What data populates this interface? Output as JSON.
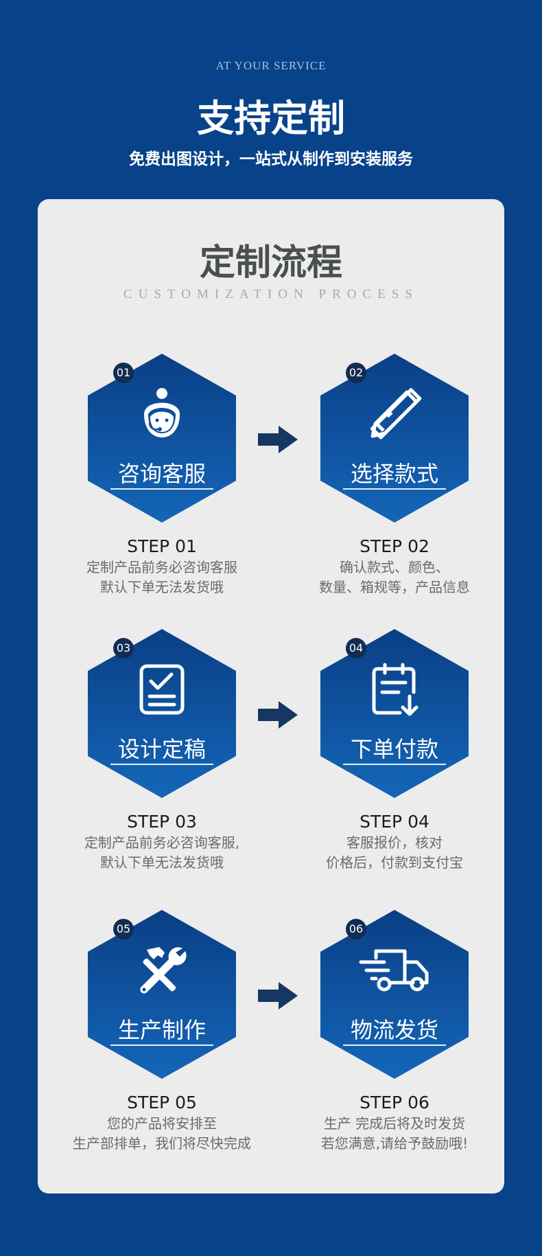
{
  "header": {
    "eyebrow": "AT YOUR SERVICE",
    "title": "支持定制",
    "subtitle": "免费出图设计，一站式从制作到安装服务"
  },
  "process": {
    "title": "定制流程",
    "subtitle": "CUSTOMIZATION PROCESS"
  },
  "colors": {
    "page_background": "#08438a",
    "panel_background": "#ececec",
    "hex_top": "#0a3f86",
    "hex_bottom": "#1466b8",
    "badge": "#132d52",
    "arrow": "#163761"
  },
  "steps": [
    {
      "badge": "01",
      "label": "咨询客服",
      "icon": "customer-service-headset-icon",
      "step": "STEP 01",
      "desc1": "定制产品前务必咨询客服",
      "desc2": "默认下单无法发货哦"
    },
    {
      "badge": "02",
      "label": "选择款式",
      "icon": "pencil-ruler-icon",
      "step": "STEP 02",
      "desc1": "确认款式、颜色、",
      "desc2": "数量、箱规等，产品信息"
    },
    {
      "badge": "03",
      "label": "设计定稿",
      "icon": "checklist-document-icon",
      "step": "STEP 03",
      "desc1": "定制产品前务必咨询客服,",
      "desc2": "默认下单无法发货哦"
    },
    {
      "badge": "04",
      "label": "下单付款",
      "icon": "clipboard-download-icon",
      "step": "STEP 04",
      "desc1": "客服报价，核对",
      "desc2": "价格后，付款到支付宝"
    },
    {
      "badge": "05",
      "label": "生产制作",
      "icon": "hammer-wrench-icon",
      "step": "STEP 05",
      "desc1": "您的产品将安排至",
      "desc2": "生产部排单，我们将尽快完成"
    },
    {
      "badge": "06",
      "label": "物流发货",
      "icon": "delivery-truck-icon",
      "step": "STEP 06",
      "desc1": "生产 完成后将及时发货",
      "desc2": "若您满意,请给予鼓励哦!"
    }
  ]
}
